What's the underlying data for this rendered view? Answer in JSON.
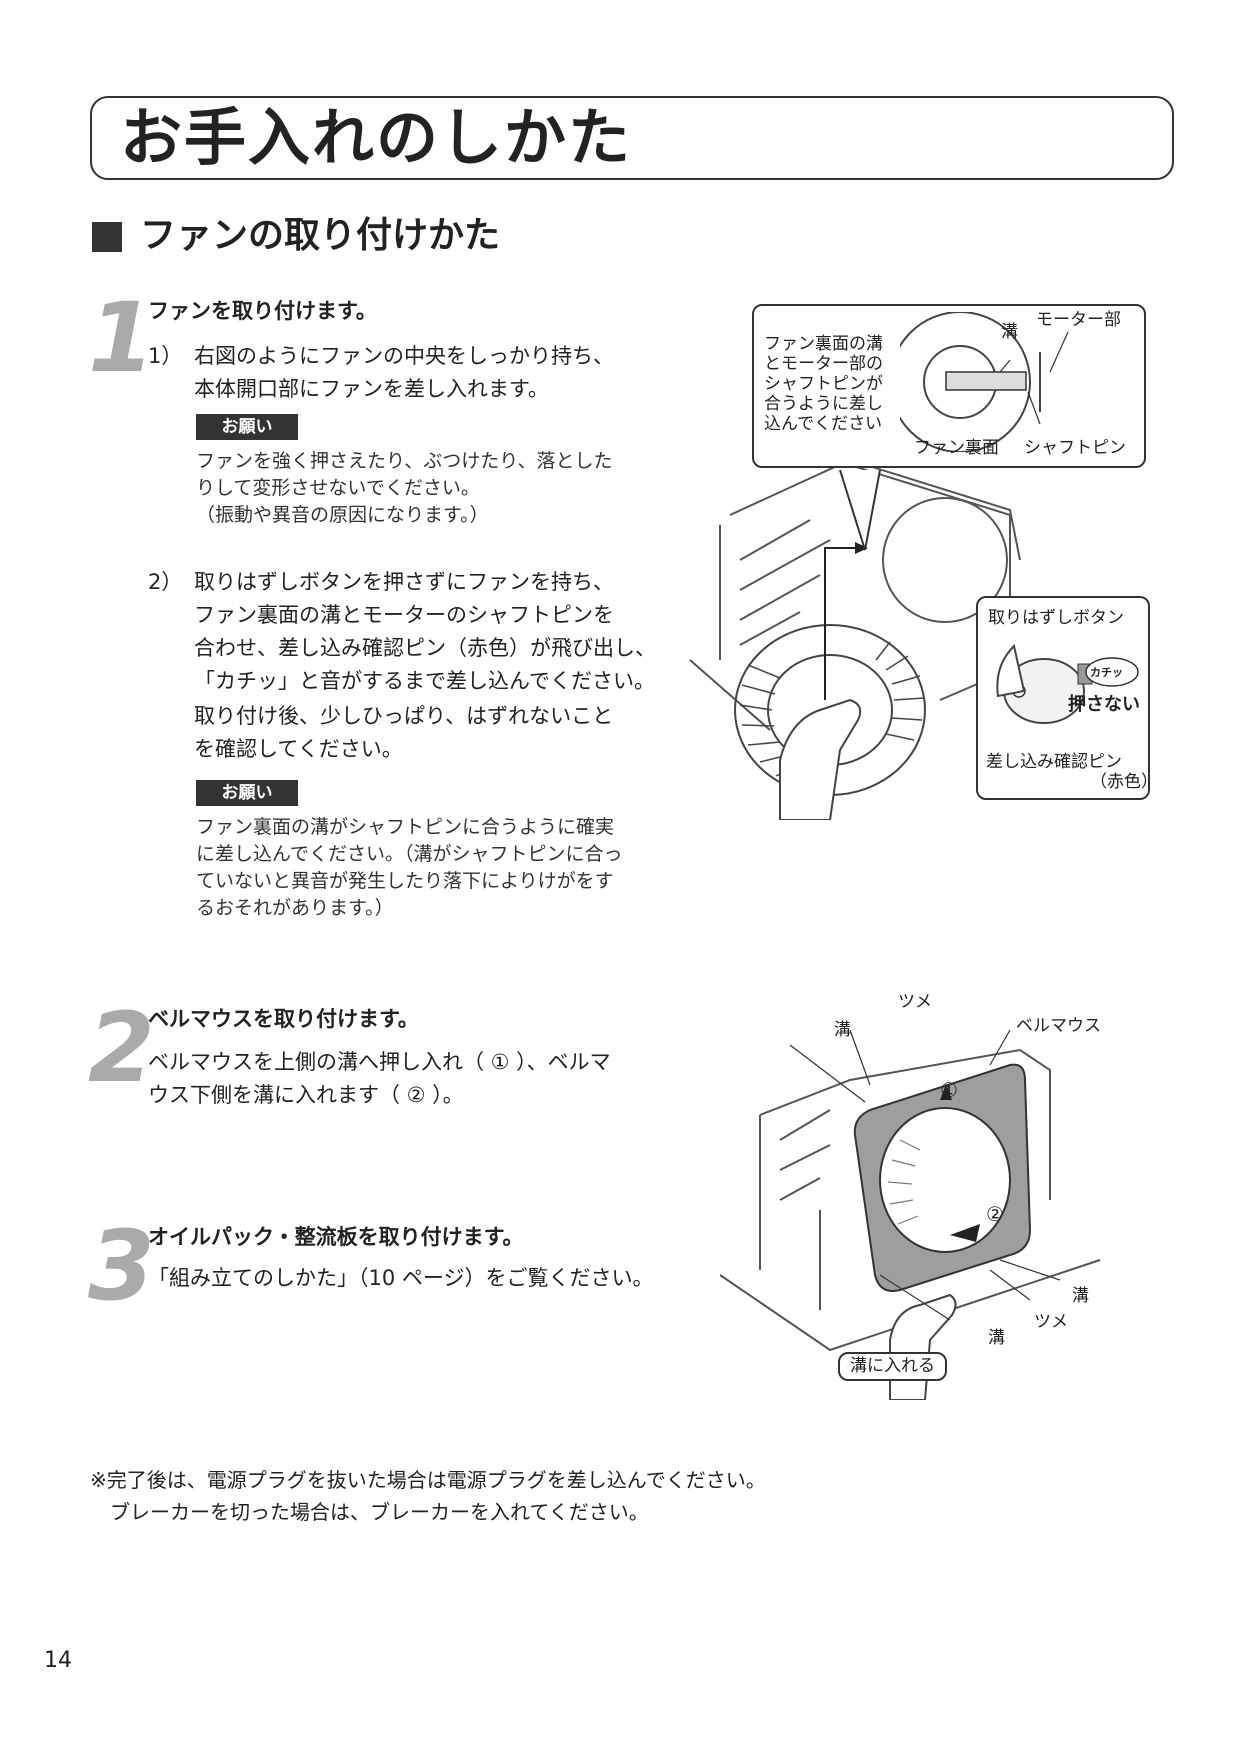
{
  "header": {
    "title": "お手入れのしかた",
    "section": "ファンの取り付けかた"
  },
  "steps": [
    {
      "number": "1",
      "title": "ファンを取り付けます。",
      "substeps": [
        {
          "num": "1）",
          "lines": [
            "右図のようにファンの中央をしっかり持ち、",
            "本体開口部にファンを差し入れます。"
          ],
          "note_label": "お願い",
          "note_lines": [
            "ファンを強く押さえたり、ぶつけたり、落とした",
            "りして変形させないでください。",
            "（振動や異音の原因になります。）"
          ]
        },
        {
          "num": "2）",
          "lines": [
            "取りはずしボタンを押さずにファンを持ち、",
            "ファン裏面の溝とモーターのシャフトピンを",
            "合わせ、差し込み確認ピン（赤色）が飛び出し、",
            "「カチッ」と音がするまで差し込んでください。"
          ],
          "extra_lines": [
            "取り付け後、少しひっぱり、はずれないこと",
            "を確認してください。"
          ],
          "note_label": "お願い",
          "note_lines": [
            "ファン裏面の溝がシャフトピンに合うように確実",
            "に差し込んでください。（溝がシャフトピンに合っ",
            "ていないと異音が発生したり落下によりけがをす",
            "るおそれがあります。）"
          ]
        }
      ]
    },
    {
      "number": "2",
      "title": "ベルマウスを取り付けます。",
      "lines": [
        "ベルマウスを上側の溝へ押し入れ（ ① ）、ベルマ",
        "ウス下側を溝に入れます（ ② ）。"
      ]
    },
    {
      "number": "3",
      "title": "オイルパック・整流板を取り付けます。",
      "lines": [
        "「組み立てのしかた」（10 ページ）をご覧ください。"
      ]
    }
  ],
  "figure1": {
    "callout_lines": [
      "ファン裏面の溝",
      "とモーター部の",
      "シャフトピンが",
      "合うように差し",
      "込んでください"
    ],
    "label_groove": "溝",
    "label_motor": "モーター部",
    "label_fan_back": "ファン裏面",
    "label_shaft_pin": "シャフトピン",
    "label_release_button": "取りはずしボタン",
    "label_click": "カチッ",
    "label_do_not_press": "押さない",
    "label_confirm_pin": "差し込み確認ピン",
    "label_red": "（赤色）"
  },
  "figure2": {
    "label_tsume_top": "ツメ",
    "label_groove_top": "溝",
    "label_bellmouth": "ベルマウス",
    "label_circle1": "①",
    "label_circle2": "②",
    "label_groove_right": "溝",
    "label_tsume_bottom": "ツメ",
    "label_groove_bottom": "溝",
    "label_insert": "溝に入れる"
  },
  "footnote": {
    "lines": [
      "※完了後は、電源プラグを抜いた場合は電源プラグを差し込んでください。",
      "　ブレーカーを切った場合は、ブレーカーを入れてください。"
    ]
  },
  "page_number": "14"
}
